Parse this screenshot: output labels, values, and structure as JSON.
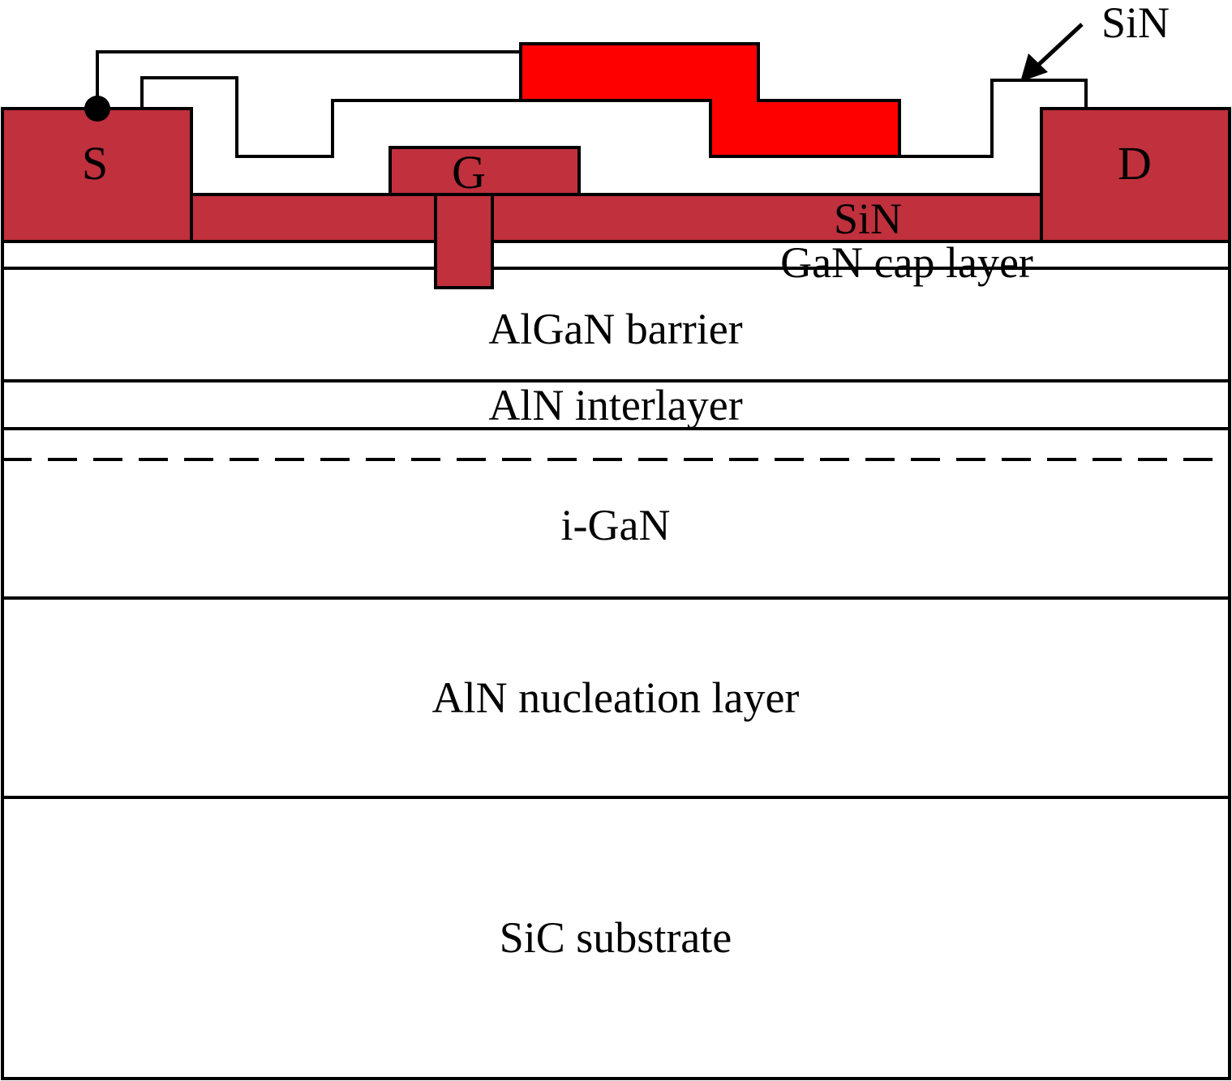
{
  "colors": {
    "electrode": "#c0303d",
    "field_plate": "#ff0000",
    "line": "#000000",
    "background": "#ffffff"
  },
  "electrodes": {
    "source": "S",
    "gate": "G",
    "drain": "D"
  },
  "labels": {
    "passivation": "SiN",
    "top_sin": "SiN",
    "cap": "GaN cap layer",
    "barrier": "AlGaN barrier",
    "interlayer": "AlN interlayer",
    "channel": "i-GaN",
    "nucleation": "AlN nucleation layer",
    "substrate": "SiC substrate"
  }
}
